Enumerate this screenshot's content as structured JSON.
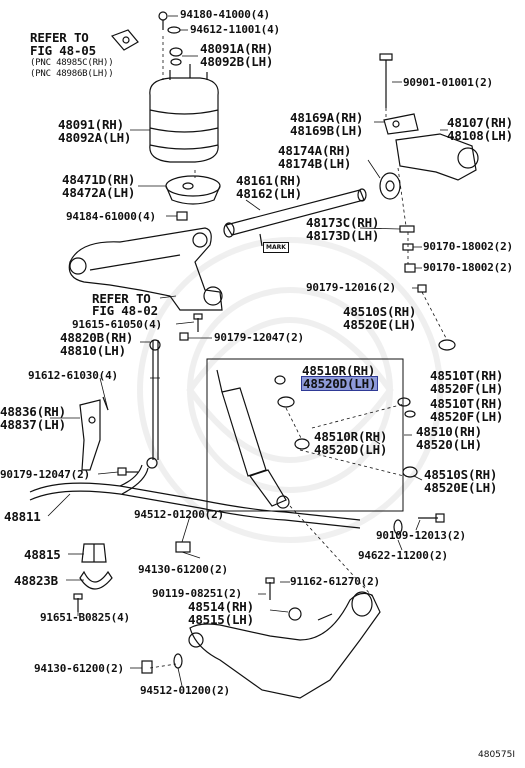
{
  "labels": {
    "p94180": "94180-41000(4)",
    "p94612": "94612-11001(4)",
    "refer1": "REFER TO",
    "fig1": "FIG 48-05",
    "pnc1": "(PNC 48985C(RH))",
    "pnc2": "(PNC 48986B(LH))",
    "p48091A": "48091A(RH)",
    "p48092B": "48092B(LH)",
    "p90901": "90901-01001(2)",
    "p48091": "48091(RH)",
    "p48092A": "48092A(LH)",
    "p48169A": "48169A(RH)",
    "p48169B": "48169B(LH)",
    "p48107": "48107(RH)",
    "p48108": "48108(LH)",
    "p48174A": "48174A(RH)",
    "p48174B": "48174B(LH)",
    "p48471D": "48471D(RH)",
    "p48472A": "48472A(LH)",
    "p48161": "48161(RH)",
    "p48162": "48162(LH)",
    "p94184": "94184-61000(4)",
    "p48173C": "48173C(RH)",
    "p48173D": "48173D(LH)",
    "mark": "MARK",
    "p90170a": "90170-18002(2)",
    "p90170b": "90170-18002(2)",
    "p90179a": "90179-12016(2)",
    "refer2": "REFER TO",
    "fig2": "FIG 48-02",
    "p48510S": "48510S(RH)",
    "p48520E": "48520E(LH)",
    "p91615": "91615-61050(4)",
    "p48820B": "48820B(RH)",
    "p48810": "48810(LH)",
    "p90179b": "90179-12047(2)",
    "p48510R": "48510R(RH)",
    "p48520D": "48520D(LH)",
    "p91612": "91612-61030(4)",
    "p48510T": "48510T(RH)",
    "p48520F": "48520F(LH)",
    "p48510T2": "48510T(RH)",
    "p48520F2": "48520F(LH)",
    "p48836": "48836(RH)",
    "p48837": "48837(LH)",
    "p48510R2": "48510R(RH)",
    "p48520D2": "48520D(LH)",
    "p48510": "48510(RH)",
    "p48520": "48520(LH)",
    "p90179c": "90179-12047(2)",
    "p48510S2": "48510S(RH)",
    "p48520E2": "48520E(LH)",
    "p48811": "48811",
    "p94512a": "94512-01200(2)",
    "p90109": "90109-12013(2)",
    "p48815": "48815",
    "p94130a": "94130-61200(2)",
    "p94622": "94622-11200(2)",
    "p48823B": "48823B",
    "p90119": "90119-08251(2)",
    "p91162": "91162-61270(2)",
    "p48514": "48514(RH)",
    "p48515": "48515(LH)",
    "p91651": "91651-B0825(4)",
    "p94130b": "94130-61200(2)",
    "p94512b": "94512-01200(2)",
    "figid": "480575I"
  },
  "highlight": {
    "color": "#8e9ad8",
    "border": "#2f3a96",
    "part": "48520D(LH)"
  }
}
